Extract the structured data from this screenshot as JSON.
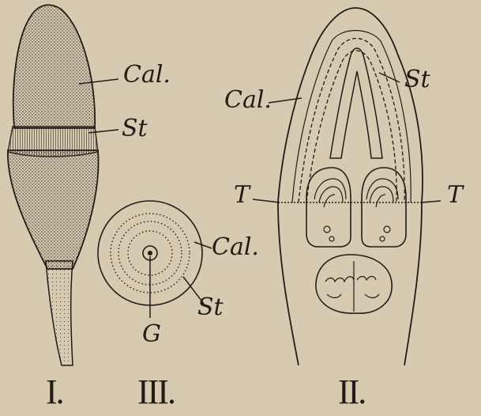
{
  "labels": {
    "fig1_calyx": "Cal.",
    "fig1_stamen": "St",
    "fig2_calyx": "Cal.",
    "fig2_stamen": "St",
    "fig2_t_left": "T",
    "fig2_t_right": "T",
    "fig3_calyx": "Cal.",
    "fig3_stamen": "St",
    "fig3_g": "G"
  },
  "numerals": {
    "fig1": "I.",
    "fig3": "III.",
    "fig2": "II."
  },
  "colors": {
    "paper": "#d6cab1",
    "ink": "#221c17"
  }
}
